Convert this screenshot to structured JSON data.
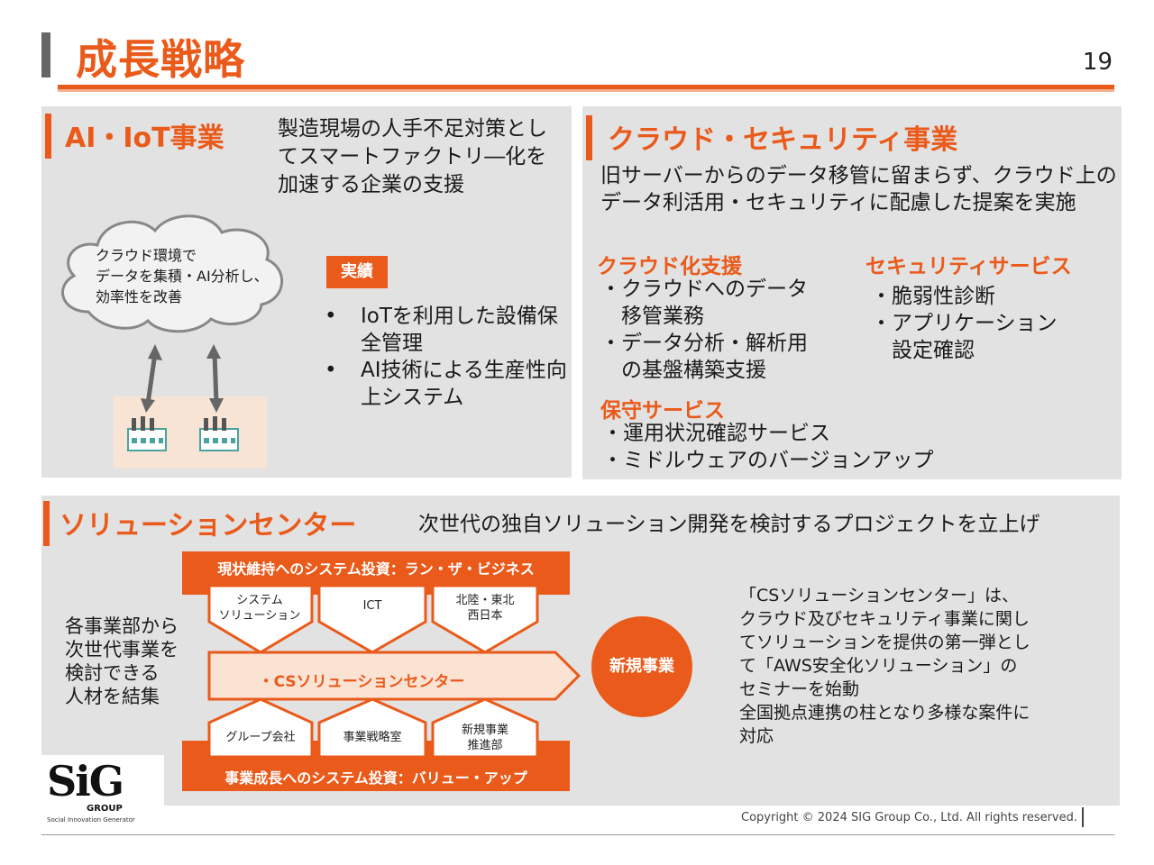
{
  "header": {
    "title": "成長戦略",
    "page_number": "19"
  },
  "ai_iot": {
    "title": "AI・IoT事業",
    "description": "製造現場の人手不足対策としてスマートファクトリ―化を加速する企業の支援",
    "cloud_text": [
      "クラウド環境で",
      "データを集積・AI分析し、",
      "効率性を改善"
    ],
    "badge": "実績",
    "results": [
      {
        "bullet": "•",
        "text": "IoTを利用した設備保全管理"
      },
      {
        "bullet": "•",
        "text": "AI技術による生産性向上システム"
      }
    ]
  },
  "cloud_security": {
    "title": "クラウド・セキュリティ事業",
    "description": "旧サーバーからのデータ移管に留まらず、クラウド上のデータ利活用・セキュリティに配慮した提案を実施",
    "cloud_support": {
      "heading": "クラウド化支援",
      "items": [
        "・クラウドへのデータ",
        "　移管業務",
        "・データ分析・解析用",
        "　の基盤構築支援"
      ]
    },
    "security_service": {
      "heading": "セキュリティサービス",
      "items": [
        "・脆弱性診断",
        "・アプリケーション",
        "　設定確認"
      ]
    },
    "maintenance": {
      "heading": "保守サービス",
      "items": [
        "・運用状況確認サービス",
        "・ミドルウェアのバージョンアップ"
      ]
    }
  },
  "solution_center": {
    "title": "ソリューションセンター",
    "description": "次世代の独自ソリューション開発を検討するプロジェクトを立上げ",
    "left_text": [
      "各事業部から",
      "次世代事業を",
      "検討できる",
      "人材を結集"
    ],
    "diagram": {
      "top_label": "現状維持へのシステム投資：ラン・ザ・ビジネス",
      "bottom_label": "事業成長へのシステム投資：バリュー・アップ",
      "top_items": [
        "システム\nソリューション",
        "ICT",
        "北陸・東北\n西日本"
      ],
      "bottom_items": [
        "グループ会社",
        "事業戦略室",
        "新規事業\n推進部"
      ],
      "center_label": "・CSソリューションセンター",
      "new_business": "新規事業"
    },
    "right_text": [
      "「CSソリューションセンター」は、",
      "クラウド及びセキュリティ事業に関し",
      "てソリューションを提供の第一弾とし",
      "て「AWS安全化ソリューション」の",
      "セミナーを始動",
      "全国拠点連携の柱となり多様な案件に",
      "対応"
    ]
  },
  "footer": {
    "logo_text": "SiG",
    "logo_group": "GROUP",
    "logo_subtitle": "Social Innovation Generator",
    "copyright": "Copyright © 2024  SIG Group Co., Ltd. All rights reserved."
  },
  "colors": {
    "accent": "#ea5a1a",
    "panel": "#e2e2e2",
    "light_accent": "#f8e4d4"
  }
}
